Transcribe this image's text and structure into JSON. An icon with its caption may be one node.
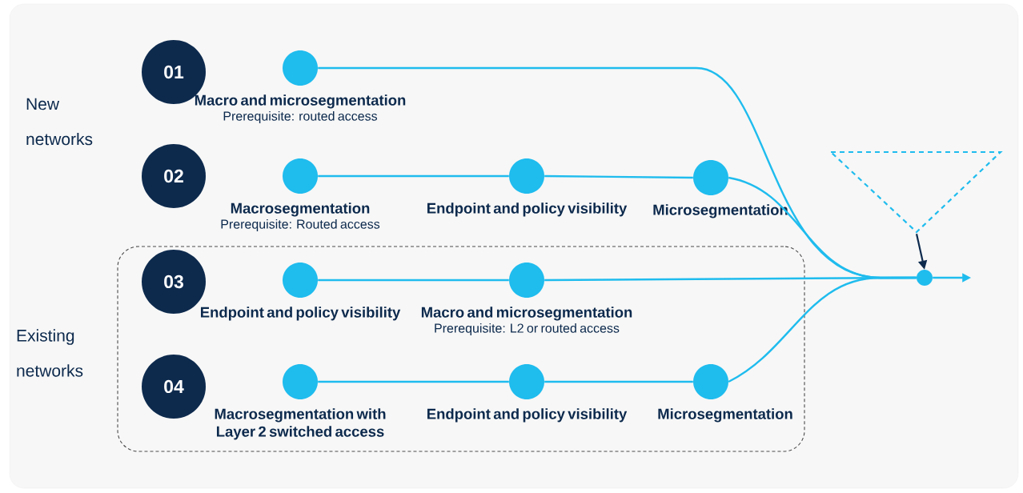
{
  "diagram": {
    "nodes": [
      {
        "text": [
          "01"
        ]
      },
      {
        "text": [
          "Macro and microsegmentation",
          "Prerequisite: routed access"
        ]
      },
      {
        "text": [
          "02"
        ]
      },
      {
        "text": [
          "Macrosegmentation",
          "Prerequisite: Routed access"
        ]
      },
      {
        "text": [
          "Endpoint and policy visibility"
        ]
      },
      {
        "text": [
          "Microsegmentation"
        ]
      },
      {
        "text": [],
        "shape": "triangle"
      },
      {
        "text": [],
        "shape": "box"
      },
      {
        "text": [
          "03"
        ],
        "in": 7
      },
      {
        "text": [
          "Endpoint and policy visibility"
        ],
        "in": 7
      },
      {
        "text": [
          "Macro and microsegmentation",
          "Prerequisite: L2 or routed access"
        ],
        "in": 7
      },
      {
        "text": [
          "04"
        ],
        "in": 7
      },
      {
        "text": [
          "Macrosegmentation with Layer 2 switched access"
        ],
        "in": 7
      },
      {
        "text": [
          "Endpoint and policy visibility"
        ],
        "in": 7
      },
      {
        "text": [
          "Microsegmentation"
        ],
        "in": 7
      },
      {
        "text": [],
        "shape": "circle"
      }
    ],
    "edges": [
      {
        "from": 1,
        "to": 15,
        "arrow": "none"
      },
      {
        "from": 3,
        "to": 4,
        "arrow": "none"
      },
      {
        "from": 4,
        "to": 5,
        "arrow": "none"
      },
      {
        "from": 5,
        "to": 15,
        "arrow": "none"
      },
      {
        "from": 9,
        "to": 10,
        "arrow": "none"
      },
      {
        "from": 10,
        "to": 15,
        "arrow": "none"
      },
      {
        "from": 12,
        "to": 13,
        "arrow": "none"
      },
      {
        "from": 13,
        "to": 14,
        "arrow": "none"
      },
      {
        "from": 14,
        "to": 15,
        "arrow": "none"
      },
      {
        "from": 6,
        "to": 15,
        "arrow": "to",
        "color": "#0d2a4d"
      },
      {
        "from": 15,
        "to": null,
        "arrow": "to"
      }
    ],
    "labels": [
      "New networks",
      "Existing networks"
    ]
  }
}
